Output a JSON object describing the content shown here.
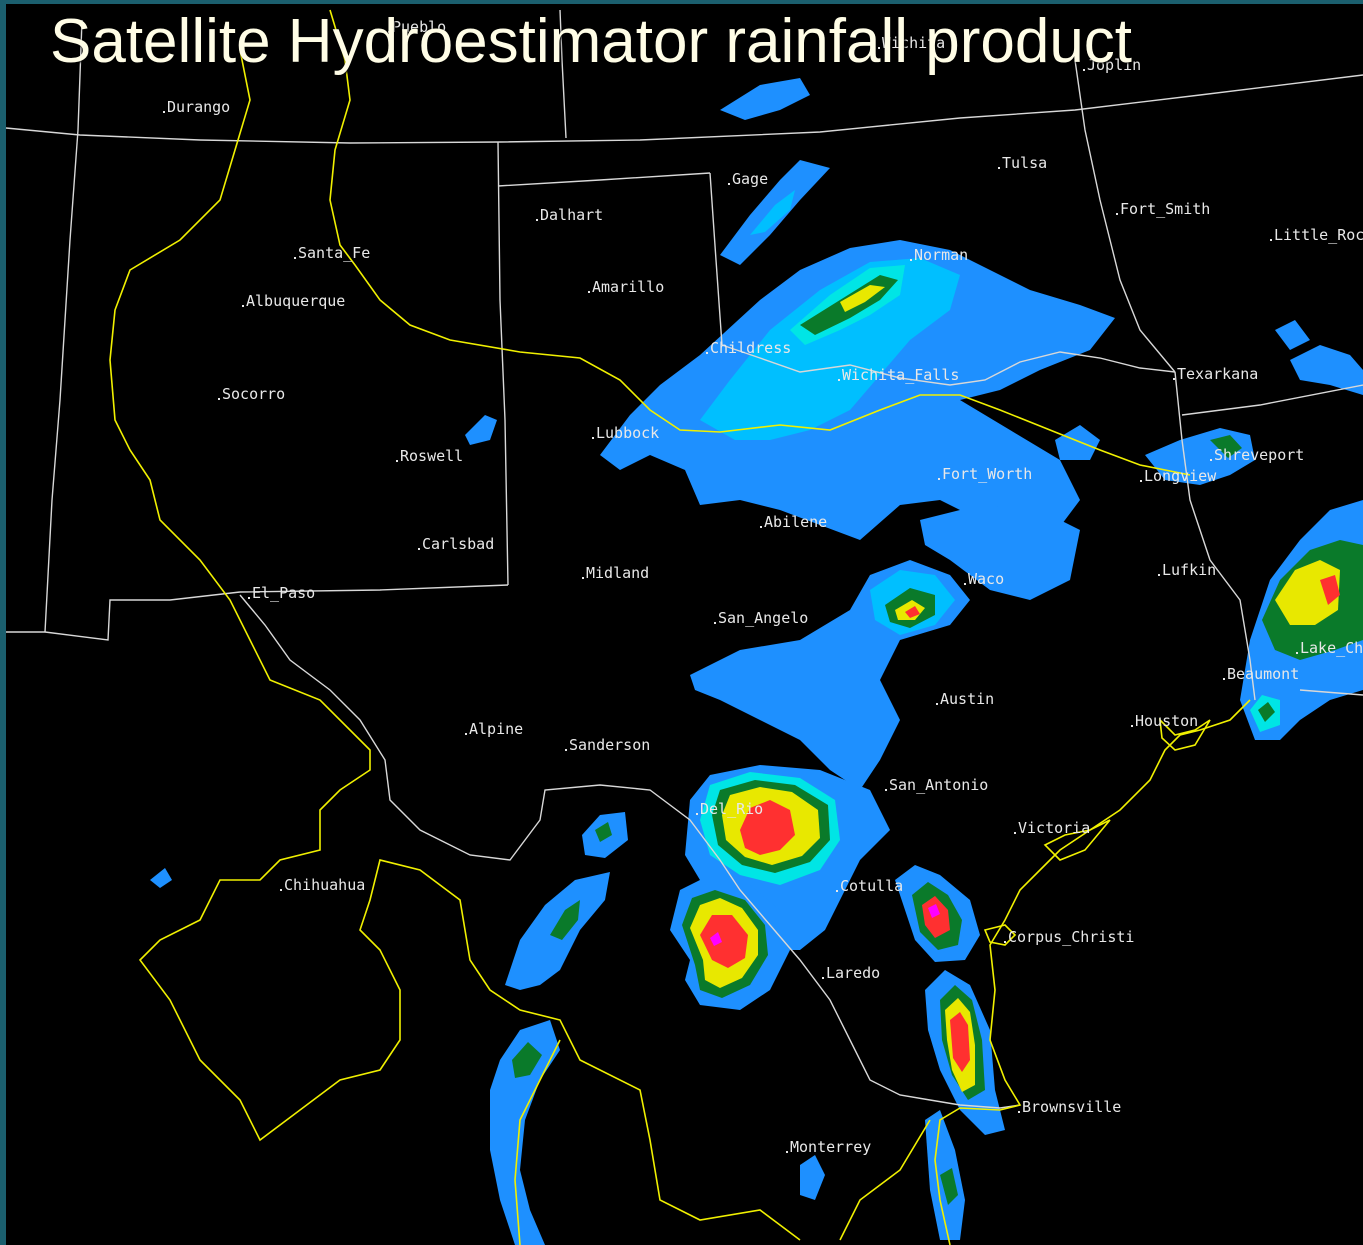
{
  "title": "Satellite Hydroestimator rainfall product",
  "colors": {
    "background": "#000000",
    "state_borders": "#d8d8d8",
    "country_borders_and_coast": "#f0f000",
    "rain_light": "#1e90ff",
    "rain_low": "#00bfff",
    "rain_mid": "#00e5e5",
    "rain_moderate": "#0a7a2a",
    "rain_heavy": "#e8e800",
    "rain_very_heavy": "#ff3030",
    "rain_extreme": "#ff00ff"
  },
  "cities": [
    {
      "name": "Pueblo"
    },
    {
      "name": "Wichita"
    },
    {
      "name": "Joplin"
    },
    {
      "name": "Durango"
    },
    {
      "name": "Tulsa"
    },
    {
      "name": "Gage"
    },
    {
      "name": "Fort_Smith"
    },
    {
      "name": "Dalhart"
    },
    {
      "name": "Little_Rock"
    },
    {
      "name": "Santa_Fe"
    },
    {
      "name": "Norman"
    },
    {
      "name": "Amarillo"
    },
    {
      "name": "Albuquerque"
    },
    {
      "name": "Childress"
    },
    {
      "name": "Wichita_Falls"
    },
    {
      "name": "Texarkana"
    },
    {
      "name": "Socorro"
    },
    {
      "name": "Lubbock"
    },
    {
      "name": "Shreveport"
    },
    {
      "name": "Roswell"
    },
    {
      "name": "Fort_Worth"
    },
    {
      "name": "Longview"
    },
    {
      "name": "Abilene"
    },
    {
      "name": "Carlsbad"
    },
    {
      "name": "Midland"
    },
    {
      "name": "Waco"
    },
    {
      "name": "Lufkin"
    },
    {
      "name": "El_Paso"
    },
    {
      "name": "San_Angelo"
    },
    {
      "name": "Lake_Charles"
    },
    {
      "name": "Beaumont"
    },
    {
      "name": "Austin"
    },
    {
      "name": "Alpine"
    },
    {
      "name": "Houston"
    },
    {
      "name": "Sanderson"
    },
    {
      "name": "San_Antonio"
    },
    {
      "name": "Del_Rio"
    },
    {
      "name": "Victoria"
    },
    {
      "name": "Chihuahua"
    },
    {
      "name": "Cotulla"
    },
    {
      "name": "Corpus_Christi"
    },
    {
      "name": "Laredo"
    },
    {
      "name": "Brownsville"
    },
    {
      "name": "Monterrey"
    }
  ]
}
